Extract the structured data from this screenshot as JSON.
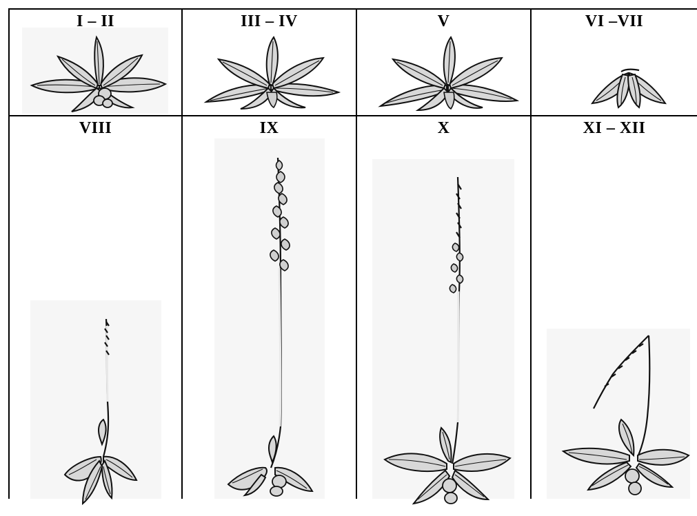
{
  "figure": {
    "stages": [
      {
        "label": "I – II"
      },
      {
        "label": "III – IV"
      },
      {
        "label": "V"
      },
      {
        "label": "VI –VII"
      },
      {
        "label": "VIII"
      },
      {
        "label": "IX"
      },
      {
        "label": "X"
      },
      {
        "label": "XI – XII"
      }
    ]
  },
  "colors": {
    "grid": "#000000",
    "leaf_fill": "#d8d8d8",
    "ink": "#111111",
    "background": "#ffffff"
  }
}
